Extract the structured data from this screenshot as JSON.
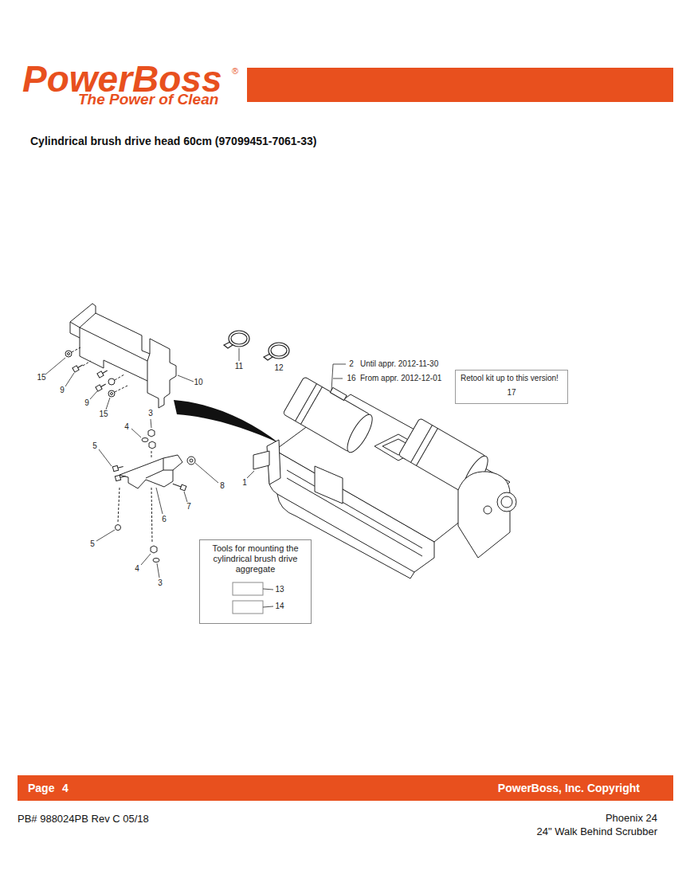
{
  "diagram": {
    "title": "Cylindrical brush drive head 60cm (97099451-7061-33)",
    "nodes": [
      {
        "text": [
          "Retool kit up to this version!",
          "17"
        ]
      },
      {
        "text": [
          "Tools for mounting the cylindrical brush drive aggregate"
        ]
      },
      {
        "text": [
          "Page",
          "4",
          "PowerBoss, Inc. Copyright"
        ]
      }
    ],
    "labels": [
      "PowerBoss",
      "®",
      "The Power of Clean",
      "11",
      "12",
      "2",
      "Until appr. 2012-11-30",
      "16",
      "From appr. 2012-12-01",
      "15",
      "9",
      "10",
      "9",
      "15",
      "3",
      "4",
      "5",
      "8",
      "1",
      "7",
      "6",
      "5",
      "4",
      "3",
      "13",
      "14",
      "PB# 988024PB Rev C 05/18",
      "Phoenix 24",
      "24\" Walk Behind Scrubber"
    ]
  }
}
